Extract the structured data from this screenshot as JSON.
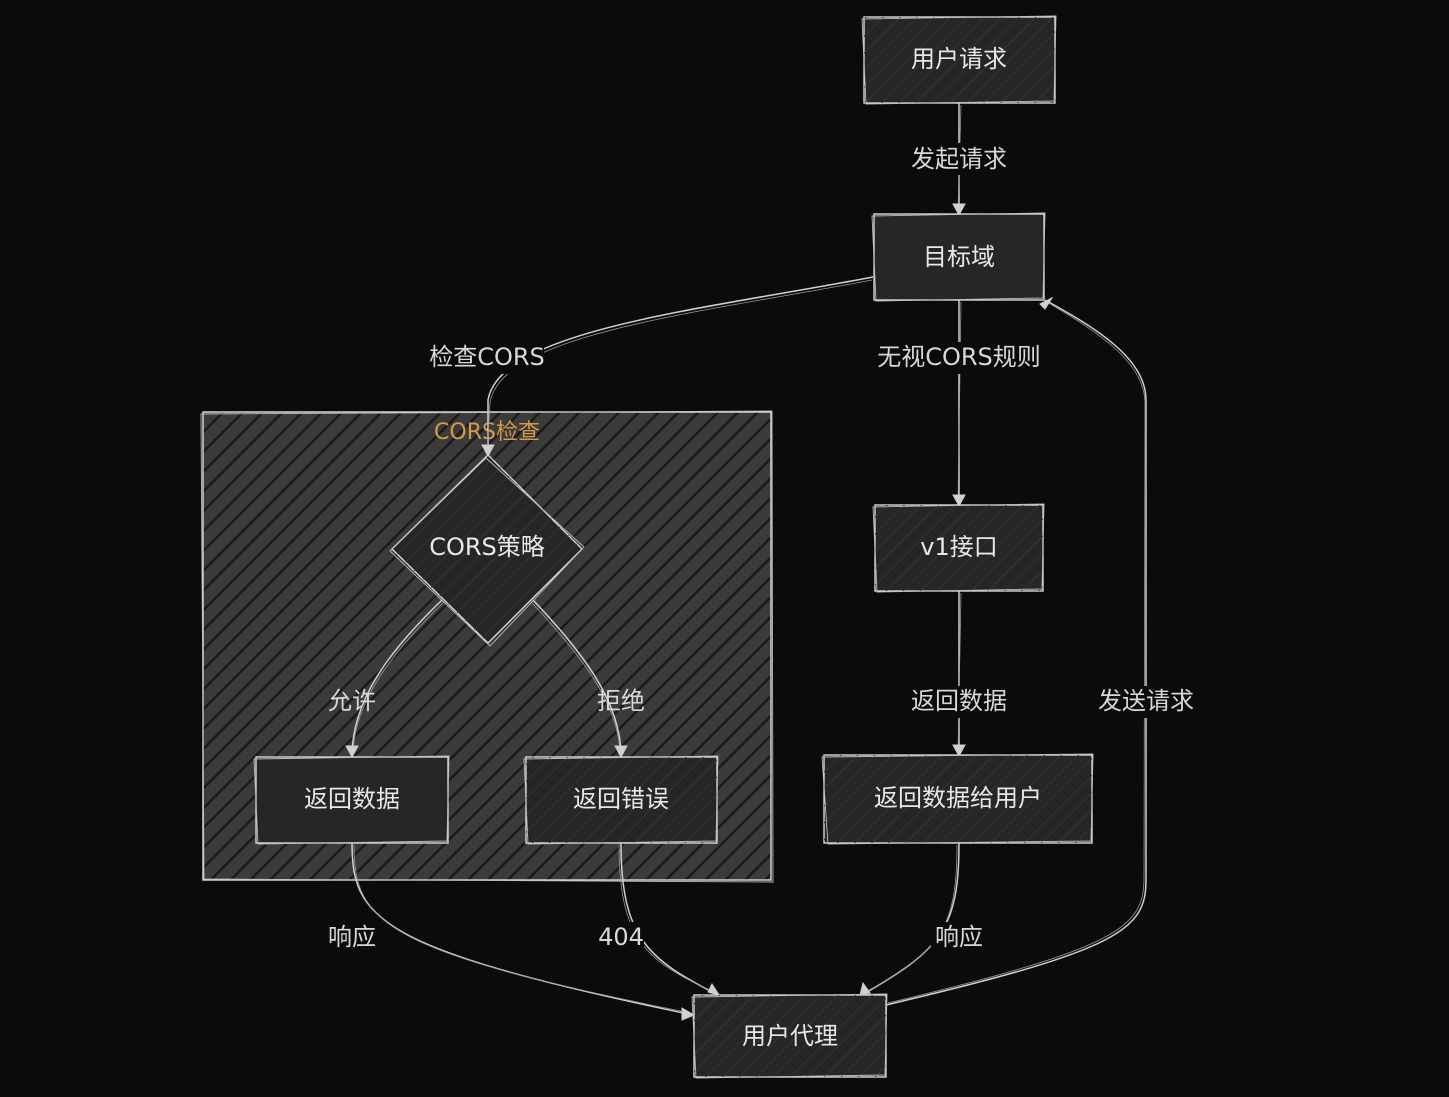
{
  "nodes": {
    "user_request": "用户请求",
    "target_domain": "目标域",
    "v1_api": "v1接口",
    "return_to_user": "返回数据给用户",
    "cors_policy": "CORS策略",
    "return_data": "返回数据",
    "return_error": "返回错误",
    "user_agent": "用户代理"
  },
  "cluster": {
    "title": "CORS检查"
  },
  "edges": {
    "initiate_request": "发起请求",
    "check_cors": "检查CORS",
    "ignore_cors": "无视CORS规则",
    "return_data": "返回数据",
    "send_request": "发送请求",
    "allow": "允许",
    "reject": "拒绝",
    "response_left": "响应",
    "not_found": "404",
    "response_right": "响应"
  },
  "colors": {
    "background": "#0b0b0d",
    "node_fill": "#262626",
    "stroke": "#d8d8d8",
    "cluster_title": "#d39a4a"
  }
}
